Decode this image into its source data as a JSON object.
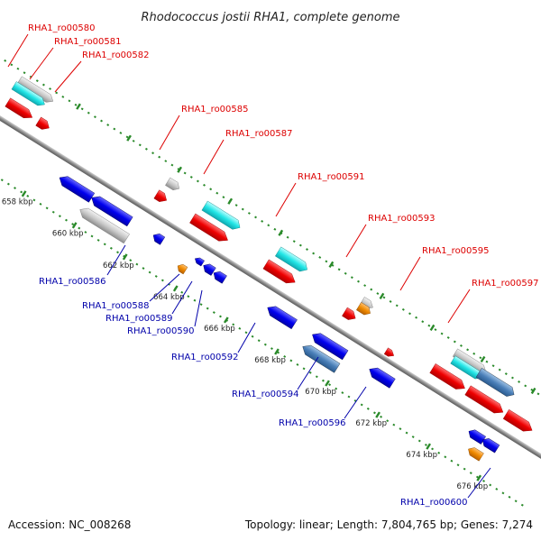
{
  "title": "Rhodococcus jostii RHA1, complete genome",
  "footer": {
    "accession": "Accession: NC_008268",
    "summary": "Topology: linear; Length: 7,804,765 bp; Genes: 7,274"
  },
  "colors": {
    "forward_label": "#dd0000",
    "reverse_label": "#0000aa",
    "backbone": "#8a8a8a",
    "dot_fill": "#2a8a2a",
    "gene_red": "#ee0000",
    "gene_blue": "#0000ee",
    "gene_cyan": "#22e6e6",
    "gene_grey": "#c8c8c8",
    "gene_steel": "#4a7fb8",
    "gene_orange": "#f08a00"
  },
  "kbp_ticks": [
    {
      "kbp": 658,
      "label": "658 kbp"
    },
    {
      "kbp": 660,
      "label": "660 kbp"
    },
    {
      "kbp": 662,
      "label": "662 kbp"
    },
    {
      "kbp": 664,
      "label": "664 kbp"
    },
    {
      "kbp": 666,
      "label": "666 kbp"
    },
    {
      "kbp": 668,
      "label": "668 kbp"
    },
    {
      "kbp": 670,
      "label": "670 kbp"
    },
    {
      "kbp": 672,
      "label": "672 kbp"
    },
    {
      "kbp": 674,
      "label": "674 kbp"
    },
    {
      "kbp": 676,
      "label": "676 kbp"
    }
  ],
  "forward_labels": [
    "RHA1_ro00580",
    "RHA1_ro00581",
    "RHA1_ro00582",
    "RHA1_ro00585",
    "RHA1_ro00587",
    "RHA1_ro00591",
    "RHA1_ro00593",
    "RHA1_ro00595",
    "RHA1_ro00597"
  ],
  "reverse_labels": [
    "RHA1_ro00586",
    "RHA1_ro00588",
    "RHA1_ro00589",
    "RHA1_ro00590",
    "RHA1_ro00592",
    "RHA1_ro00594",
    "RHA1_ro00596",
    "RHA1_ro00600"
  ]
}
